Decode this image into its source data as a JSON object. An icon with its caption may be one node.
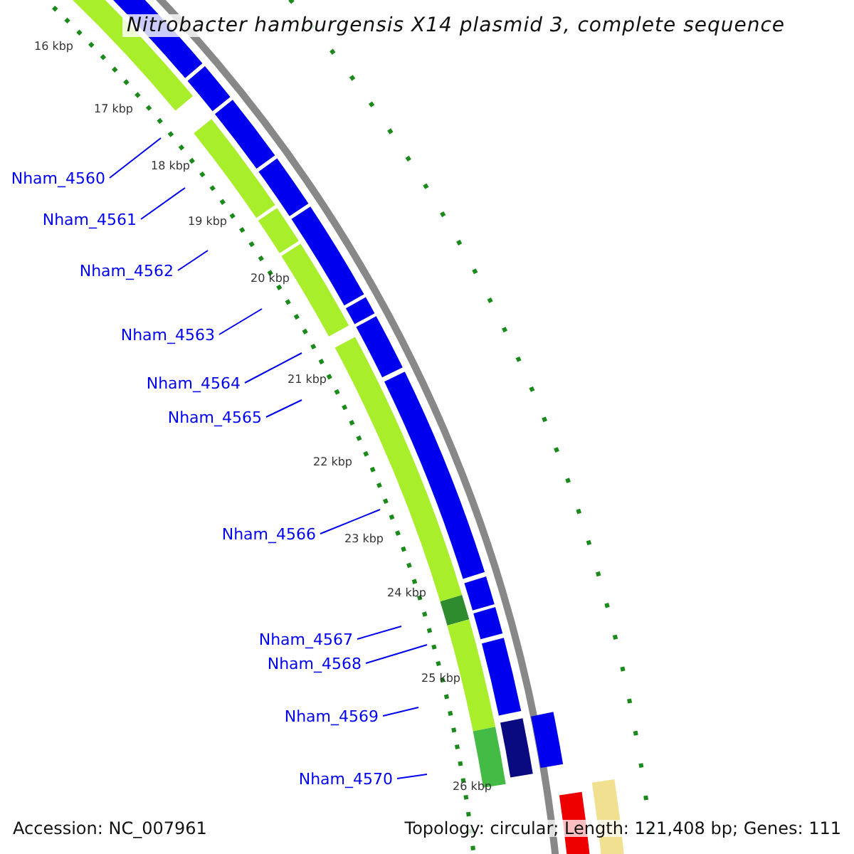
{
  "diagram": {
    "title": "Nitrobacter hamburgensis X14 plasmid 3, complete sequence",
    "nodes": [
      {
        "text": [
          "Nham_4560"
        ]
      },
      {
        "text": [
          "Nham_4561"
        ]
      },
      {
        "text": [
          "Nham_4562"
        ]
      },
      {
        "text": [
          "Nham_4563"
        ]
      },
      {
        "text": [
          "Nham_4564"
        ]
      },
      {
        "text": [
          "Nham_4565"
        ]
      },
      {
        "text": [
          "Nham_4566"
        ]
      },
      {
        "text": [
          "Nham_4567"
        ]
      },
      {
        "text": [
          "Nham_4568"
        ]
      },
      {
        "text": [
          "Nham_4569"
        ]
      },
      {
        "text": [
          "Nham_4570"
        ]
      }
    ],
    "edges": [
      {
        "from": 0,
        "to": null,
        "arrow": "none"
      },
      {
        "from": 1,
        "to": null,
        "arrow": "none"
      },
      {
        "from": 2,
        "to": null,
        "arrow": "none"
      },
      {
        "from": 3,
        "to": null,
        "arrow": "none"
      },
      {
        "from": 4,
        "to": null,
        "arrow": "none"
      },
      {
        "from": 5,
        "to": null,
        "arrow": "none"
      },
      {
        "from": 6,
        "to": null,
        "arrow": "none"
      },
      {
        "from": 7,
        "to": null,
        "arrow": "none"
      },
      {
        "from": 8,
        "to": null,
        "arrow": "none"
      },
      {
        "from": 9,
        "to": null,
        "arrow": "none"
      },
      {
        "from": 10,
        "to": null,
        "arrow": "none"
      }
    ],
    "labels": [
      "16 kbp",
      "17 kbp",
      "18 kbp",
      "19 kbp",
      "20 kbp",
      "21 kbp",
      "22 kbp",
      "23 kbp",
      "24 kbp",
      "25 kbp",
      "26 kbp",
      "Accession: NC_007961",
      "Topology: circular; Length: 121,408 bp; Genes: 111"
    ]
  }
}
